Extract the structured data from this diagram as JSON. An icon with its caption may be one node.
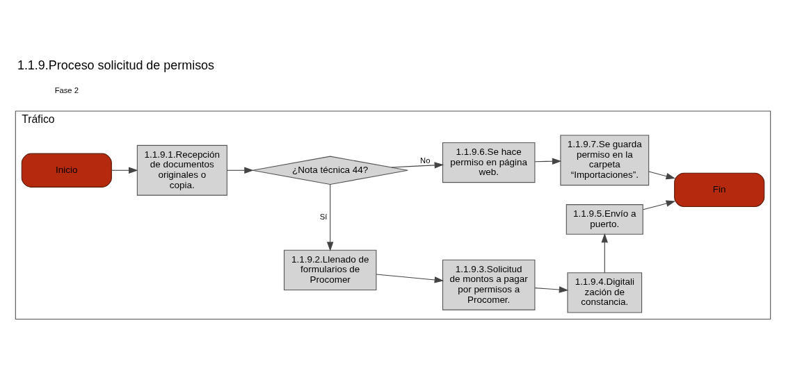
{
  "diagram": {
    "title": "1.1.9.Proceso solicitud de permisos",
    "nodes": [
      {
        "text": [
          "Tráfico"
        ]
      },
      {
        "text": [
          "Inicio"
        ],
        "in": 0
      },
      {
        "text": [
          "1.1.9.1.Recepción de documentos originales o copia."
        ],
        "in": 0
      },
      {
        "text": [
          "¿Nota técnica 44?"
        ],
        "in": 0
      },
      {
        "text": [
          "1.1.9.2.Llenado de formularios de Procomer"
        ],
        "in": 0
      },
      {
        "text": [
          "1.1.9.6.Se hace permiso en página web."
        ],
        "in": 0
      },
      {
        "text": [
          "1.1.9.3.Solicitud de montos a pagar por permisos a Procomer."
        ],
        "in": 0
      },
      {
        "text": [
          "Fin"
        ],
        "in": 0
      },
      {
        "text": [
          "1.1.9.7.Se guarda permiso en la carpeta “Importaciones”."
        ],
        "in": 0
      },
      {
        "text": [
          "1.1.9.4.Digitali zación de constancia."
        ],
        "in": 0
      },
      {
        "text": [
          "1.1.9.5.Envío a puerto."
        ],
        "in": 0
      }
    ],
    "edges": [
      {
        "from": 1,
        "to": 2,
        "arrow": "to"
      },
      {
        "from": 2,
        "to": 3,
        "arrow": "to"
      },
      {
        "from": 3,
        "to": 4,
        "arrow": "to",
        "label": "Sí"
      },
      {
        "from": 3,
        "to": 5,
        "arrow": "to",
        "label": "No"
      },
      {
        "from": 4,
        "to": 6,
        "arrow": "to"
      },
      {
        "from": 5,
        "to": 8,
        "arrow": "to"
      },
      {
        "from": 6,
        "to": 9,
        "arrow": "to"
      },
      {
        "from": 8,
        "to": 7,
        "arrow": "to"
      },
      {
        "from": 9,
        "to": 10,
        "arrow": "to"
      },
      {
        "from": 10,
        "to": 7,
        "arrow": "to"
      }
    ],
    "labels": [
      "Fase 2"
    ]
  }
}
